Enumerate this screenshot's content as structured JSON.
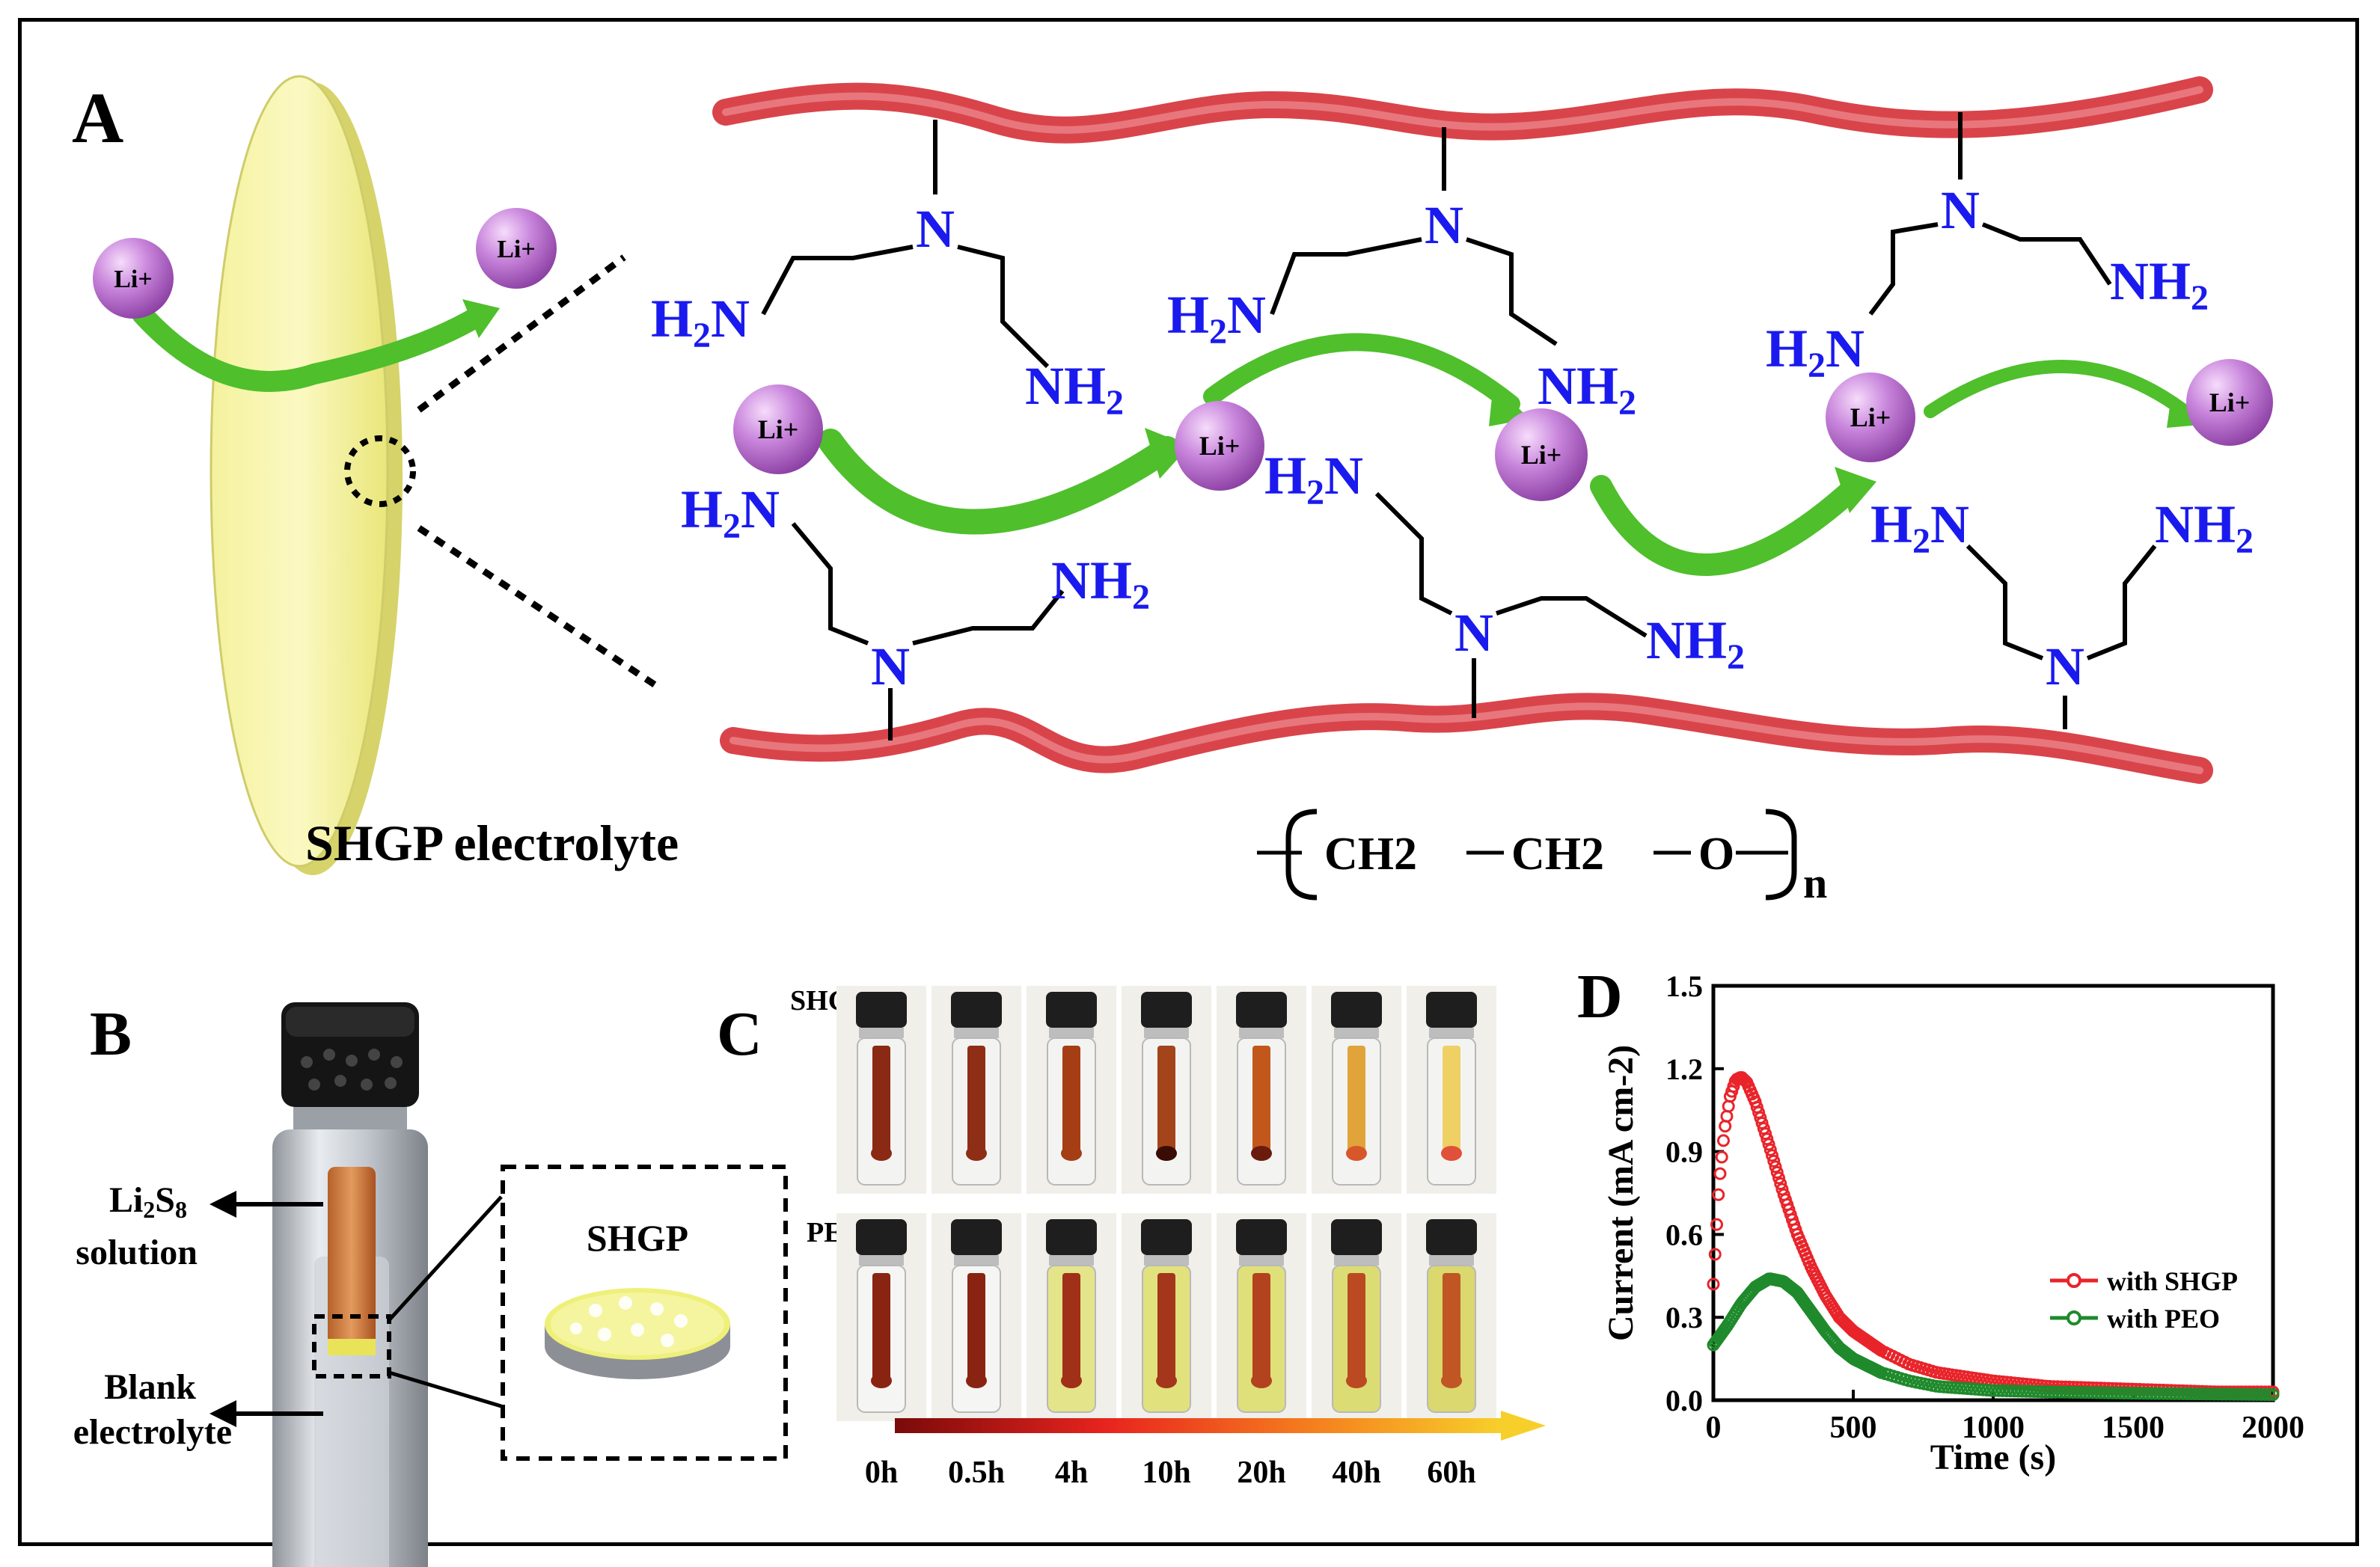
{
  "panels": {
    "a": "A",
    "b": "B",
    "c": "C",
    "d": "D"
  },
  "panel_a": {
    "electrolyte_label": "SHGP electrolyte",
    "ion": "Li+",
    "amine_terminal_left": "H2N",
    "amine_terminal_right": "NH2",
    "amine_center": "N",
    "peo_unit": {
      "ch2": "CH2",
      "dash": "—",
      "o": "O",
      "n": "n"
    }
  },
  "panel_b": {
    "li2s8_line1": "Li2S8",
    "li2s8_line2": "solution",
    "blank_line1": "Blank",
    "blank_line2": "electrolyte",
    "inset_label": "SHGP"
  },
  "panel_c": {
    "row_labels": [
      "SHGP",
      "PEO"
    ],
    "times": [
      "0h",
      "0.5h",
      "4h",
      "10h",
      "20h",
      "40h",
      "60h"
    ]
  },
  "colors": {
    "polymer": "#d9444b",
    "amine": "#1a1aee",
    "ion": "#c07bd0",
    "arrow": "#4fbf2c",
    "shgp_series": "#e8242a",
    "peo_series": "#1f8a2c"
  },
  "chart_data": {
    "type": "scatter",
    "xlabel": "Time (s)",
    "ylabel": "Current (mA cm-2)",
    "xlim": [
      0,
      2000
    ],
    "ylim": [
      0,
      1.5
    ],
    "xticks": [
      0,
      500,
      1000,
      1500,
      2000
    ],
    "yticks": [
      0.0,
      0.3,
      0.6,
      0.9,
      1.2,
      1.5
    ],
    "legend_position": "right",
    "series": [
      {
        "name": "with SHGP",
        "color": "#e8242a",
        "points": [
          [
            0,
            0.42
          ],
          [
            20,
            0.78
          ],
          [
            40,
            0.98
          ],
          [
            60,
            1.1
          ],
          [
            80,
            1.16
          ],
          [
            100,
            1.17
          ],
          [
            120,
            1.15
          ],
          [
            150,
            1.08
          ],
          [
            200,
            0.92
          ],
          [
            250,
            0.75
          ],
          [
            300,
            0.6
          ],
          [
            350,
            0.48
          ],
          [
            400,
            0.38
          ],
          [
            450,
            0.3
          ],
          [
            500,
            0.25
          ],
          [
            600,
            0.18
          ],
          [
            700,
            0.13
          ],
          [
            800,
            0.1
          ],
          [
            1000,
            0.07
          ],
          [
            1200,
            0.05
          ],
          [
            1500,
            0.04
          ],
          [
            1800,
            0.03
          ],
          [
            2000,
            0.03
          ]
        ]
      },
      {
        "name": "with PEO",
        "color": "#1f8a2c",
        "points": [
          [
            0,
            0.2
          ],
          [
            50,
            0.27
          ],
          [
            100,
            0.35
          ],
          [
            150,
            0.41
          ],
          [
            200,
            0.44
          ],
          [
            250,
            0.43
          ],
          [
            300,
            0.39
          ],
          [
            350,
            0.32
          ],
          [
            400,
            0.25
          ],
          [
            450,
            0.19
          ],
          [
            500,
            0.15
          ],
          [
            600,
            0.1
          ],
          [
            700,
            0.07
          ],
          [
            800,
            0.05
          ],
          [
            1000,
            0.035
          ],
          [
            1200,
            0.03
          ],
          [
            1500,
            0.025
          ],
          [
            2000,
            0.02
          ]
        ]
      }
    ]
  }
}
